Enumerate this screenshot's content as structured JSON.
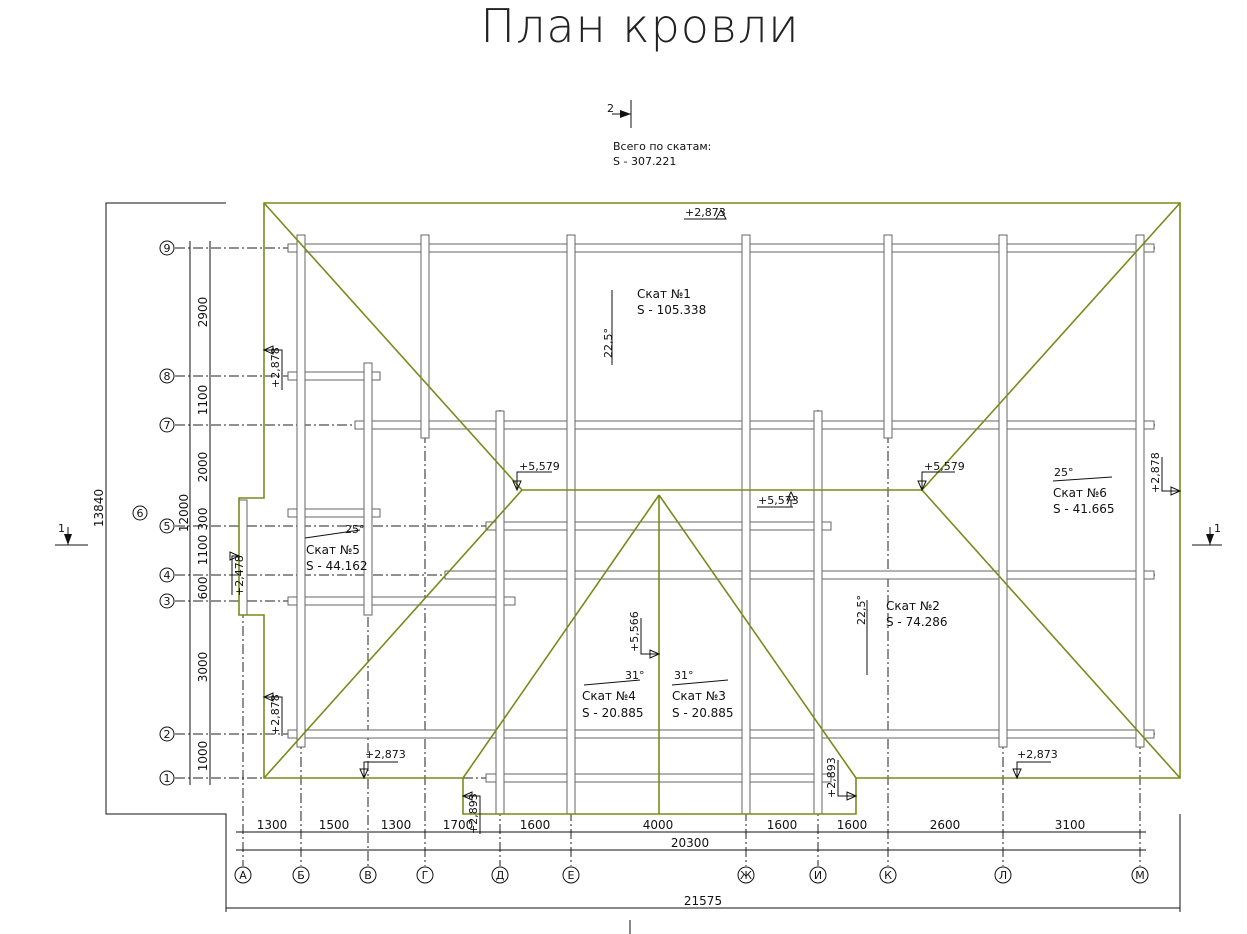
{
  "title": "План кровли",
  "summary": {
    "header": "Всего по скатам:",
    "value": "S  -  307.221"
  },
  "section_markers": {
    "top": "2",
    "left": "1",
    "right": "1"
  },
  "axes_letters": [
    "А",
    "Б",
    "В",
    "Г",
    "Д",
    "Е",
    "Ж",
    "И",
    "К",
    "Л",
    "М"
  ],
  "axes_numbers": [
    "9",
    "8",
    "7",
    "6",
    "5",
    "4",
    "3",
    "2",
    "1"
  ],
  "dims_bottom": [
    "1300",
    "1500",
    "1300",
    "1700",
    "1600",
    "4000",
    "1600",
    "1600",
    "2600",
    "3100"
  ],
  "dim_total_inner": "20300",
  "dim_total_outer": "21575",
  "dims_left": [
    "2900",
    "1100",
    "2000",
    "300",
    "1100",
    "600",
    "3000",
    "1000"
  ],
  "dim_left_total": "12000",
  "dim_left_outer": "13840",
  "slopes": [
    {
      "name": "Скат №1",
      "area": "S  -  105.338",
      "angle": "22,5°"
    },
    {
      "name": "Скат №2",
      "area": "S  -  74.286",
      "angle": "22,5°"
    },
    {
      "name": "Скат №3",
      "area": "S  -  20.885",
      "angle": "31°"
    },
    {
      "name": "Скат №4",
      "area": "S  -  20.885",
      "angle": "31°"
    },
    {
      "name": "Скат №5",
      "area": "S  -  44.162",
      "angle": "25°"
    },
    {
      "name": "Скат №6",
      "area": "S  -  41.665",
      "angle": "25°"
    }
  ],
  "levels": {
    "top": "+2,873",
    "ridge_left": "+5,579",
    "ridge_right": "+5,579",
    "ridge_mid": "+5,573",
    "left_upper": "+2,878",
    "left_lower": "+2,878",
    "left_mid": "+2,478",
    "right": "+2,878",
    "bottom_left": "+2,873",
    "bottom_right": "+2,873",
    "porch_left": "+2,893",
    "porch_right": "+2,893",
    "center": "+5,566"
  }
}
